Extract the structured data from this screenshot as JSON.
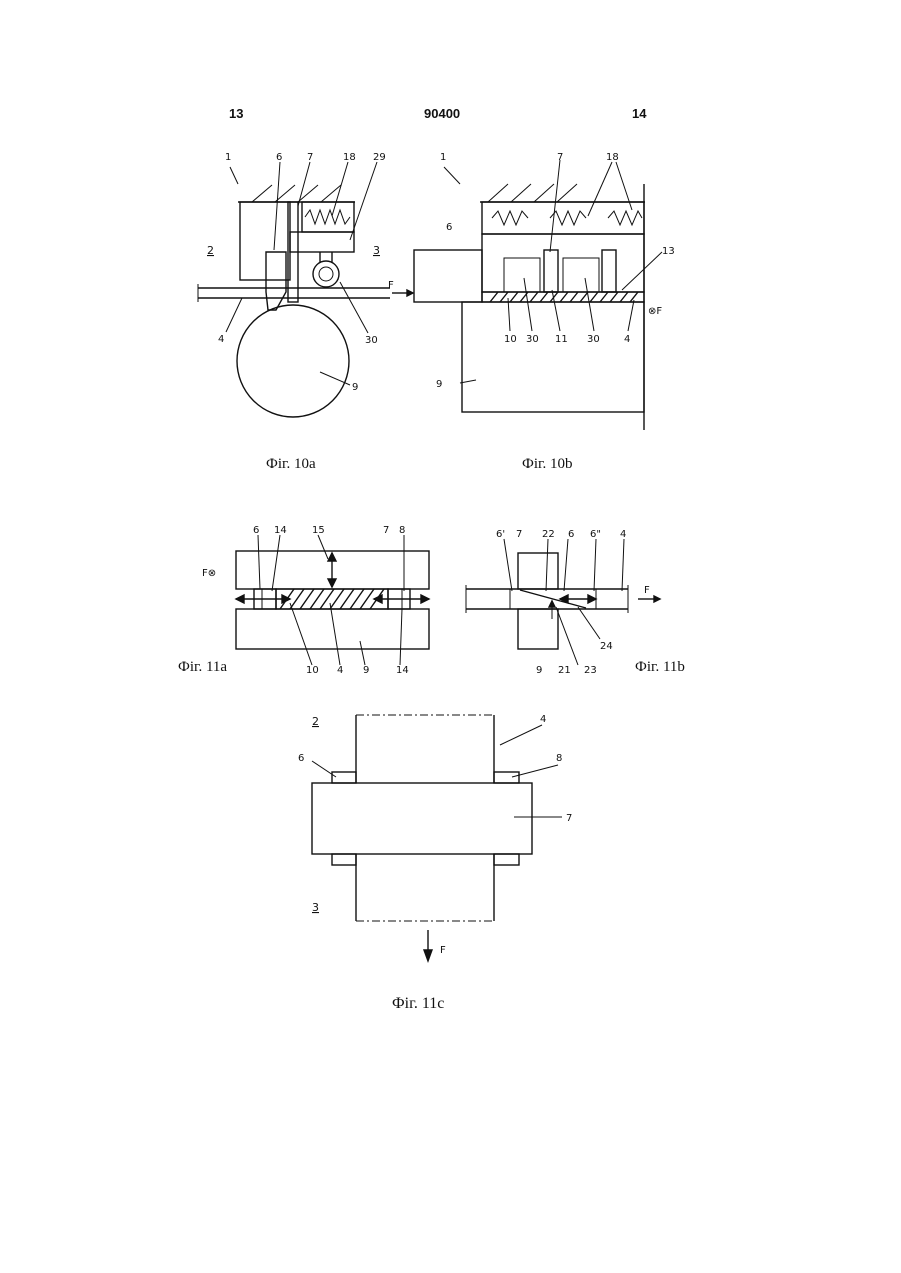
{
  "header": {
    "left_page": "13",
    "patent_number": "90400",
    "right_page": "14"
  },
  "captions": {
    "fig10a": "Фіг. 10а",
    "fig10b": "Фіг. 10b",
    "fig11a": "Фіг. 11а",
    "fig11b": "Фіг. 11b",
    "fig11c": "Фіг. 11с"
  },
  "fig10a_labels": {
    "l1": "1",
    "l6": "6",
    "l7": "7",
    "l18": "18",
    "l29": "29",
    "l2": "2",
    "l3": "3",
    "lF": "F",
    "l4": "4",
    "l30": "30",
    "l9": "9"
  },
  "fig10b_labels": {
    "l1": "1",
    "l7": "7",
    "l18": "18",
    "l6": "6",
    "l13": "13",
    "lF": "⊗F",
    "l10": "10",
    "l30a": "30",
    "l11": "11",
    "l30b": "30",
    "l4": "4",
    "l9": "9"
  },
  "fig11a_labels": {
    "l6": "6",
    "l14a": "14",
    "l15": "15",
    "l7": "7",
    "l8": "8",
    "lF": "F⊗",
    "l10": "10",
    "l4": "4",
    "l9": "9",
    "l14b": "14"
  },
  "fig11b_labels": {
    "l6p": "6'",
    "l7": "7",
    "l22": "22",
    "l6": "6",
    "l6pp": "6\"",
    "l4": "4",
    "lF": "F",
    "l24": "24",
    "l9": "9",
    "l21": "21",
    "l23": "23"
  },
  "fig11c_labels": {
    "l2": "2",
    "l4": "4",
    "l6": "6",
    "l8": "8",
    "l7": "7",
    "l3": "3",
    "lF": "F"
  }
}
